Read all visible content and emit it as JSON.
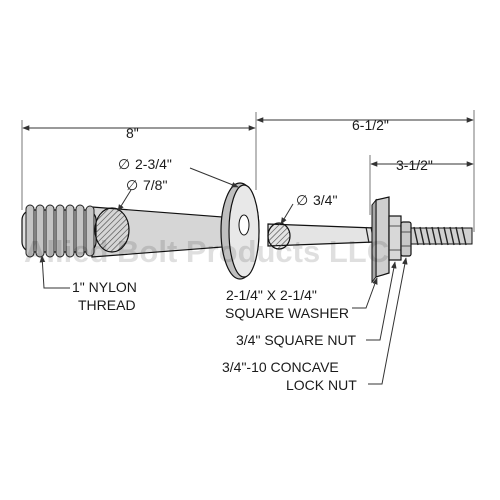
{
  "dimensions": {
    "overall_length": "8\"",
    "section_length": "6-1/2\"",
    "thread_length": "3-1/2\""
  },
  "diameters": {
    "washer": "2-3/4\"",
    "shank": "7/8\"",
    "rod": "3/4\""
  },
  "diameter_symbol": "∅",
  "callouts": {
    "nylon_thread_1": "1\" NYLON",
    "nylon_thread_2": "THREAD",
    "washer_1": "2-1/4\" X 2-1/4\"",
    "washer_2": "SQUARE WASHER",
    "square_nut": "3/4\" SQUARE NUT",
    "lock_nut_1": "3/4\"-10 CONCAVE",
    "lock_nut_2": "LOCK NUT"
  },
  "watermark": "Allied Bolt Products LLC",
  "colors": {
    "line": "#1a1a1a",
    "fill_light": "#dcdcdc",
    "fill_mid": "#bfbfbf",
    "hatch": "#444444"
  }
}
